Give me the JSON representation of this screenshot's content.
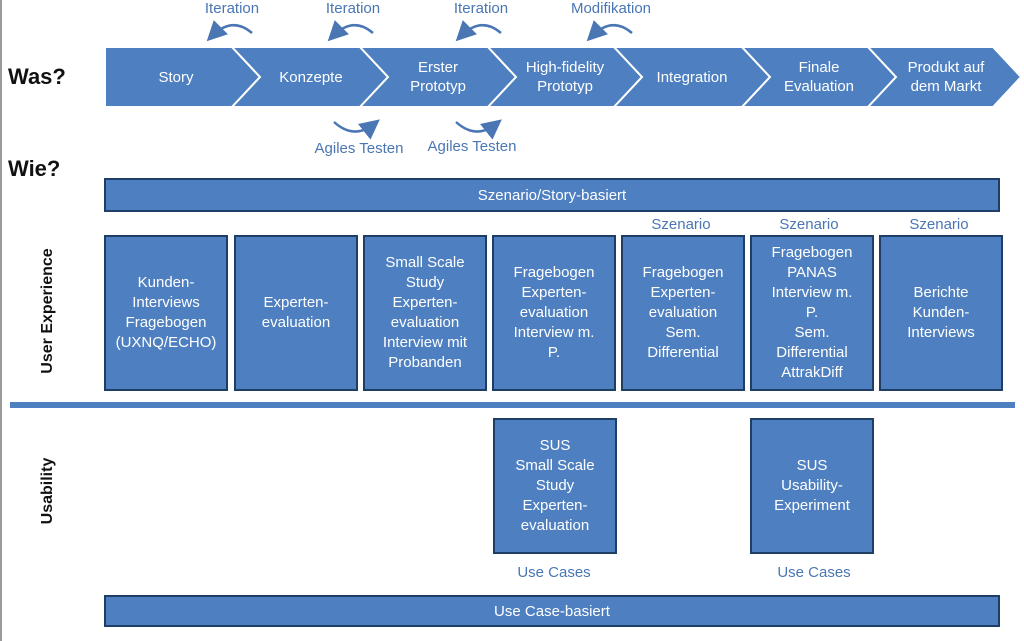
{
  "row_labels": {
    "was": "Was?",
    "wie": "Wie?"
  },
  "phases": [
    {
      "label": "Story"
    },
    {
      "label": "Konzepte"
    },
    {
      "label": "Erster\nPrototyp"
    },
    {
      "label": "High-fidelity\nPrototyp"
    },
    {
      "label": "Integration"
    },
    {
      "label": "Finale\nEvaluation"
    },
    {
      "label": "Produkt auf\ndem Markt"
    }
  ],
  "top_annotations": [
    "Iteration",
    "Iteration",
    "Iteration",
    "Modifikation"
  ],
  "bottom_annotations": [
    "Agiles Testen",
    "Agiles Testen"
  ],
  "bands": {
    "top": "Szenario/Story-basiert",
    "bottom": "Use Case-basiert"
  },
  "section_labels": {
    "ux": "User Experience",
    "usability": "Usability"
  },
  "scenario_labels": [
    "Szenario",
    "Szenario",
    "Szenario"
  ],
  "ux_boxes": [
    "Kunden-\nInterviews\nFragebogen\n(UXNQ/ECHO)",
    "Experten-\nevaluation",
    "Small Scale\nStudy\nExperten-\nevaluation\nInterview mit\nProbanden",
    "Fragebogen\nExperten-\nevaluation\nInterview m.\nP.",
    "Fragebogen\nExperten-\nevaluation\nSem.\nDifferential",
    "Fragebogen\nPANAS\nInterview m.\nP.\nSem.\nDifferential\nAttrakDiff",
    "Berichte\nKunden-\nInterviews"
  ],
  "usability_boxes": [
    "SUS\nSmall Scale\nStudy\nExperten-\nevaluation",
    "SUS\nUsability-\nExperiment"
  ],
  "use_case_labels": [
    "Use Cases",
    "Use Cases"
  ],
  "colors": {
    "fill": "#4e7fc0",
    "border": "#1f3e66",
    "text_accent": "#4a76b4"
  }
}
